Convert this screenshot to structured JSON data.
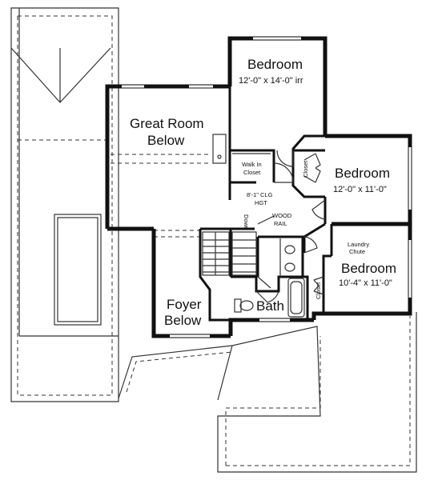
{
  "rooms": {
    "bedroom_main": {
      "name": "Bedroom",
      "size": "12'-0\" x 14'-0\" irr"
    },
    "bedroom_mid": {
      "name": "Bedroom",
      "size": "12'-0\" x 11'-0\""
    },
    "bedroom_lower": {
      "name": "Bedroom",
      "size": "10'-4\" x 11'-0\""
    },
    "great_room": {
      "line1": "Great Room",
      "line2": "Below"
    },
    "foyer": {
      "line1": "Foyer",
      "line2": "Below"
    },
    "bath": {
      "name": "Bath"
    }
  },
  "labels": {
    "walk_in_closet_1": "Walk In",
    "walk_in_closet_2": "Closet",
    "closet_upper": "Closet",
    "closet_lower": "Closet",
    "ceiling_1": "8'-1\" CLG",
    "ceiling_2": "HGT",
    "wood_rail_1": "WOOD",
    "wood_rail_2": "RAIL",
    "laundry_1": "Laundry",
    "laundry_2": "Chute",
    "stair_down": "Down"
  }
}
